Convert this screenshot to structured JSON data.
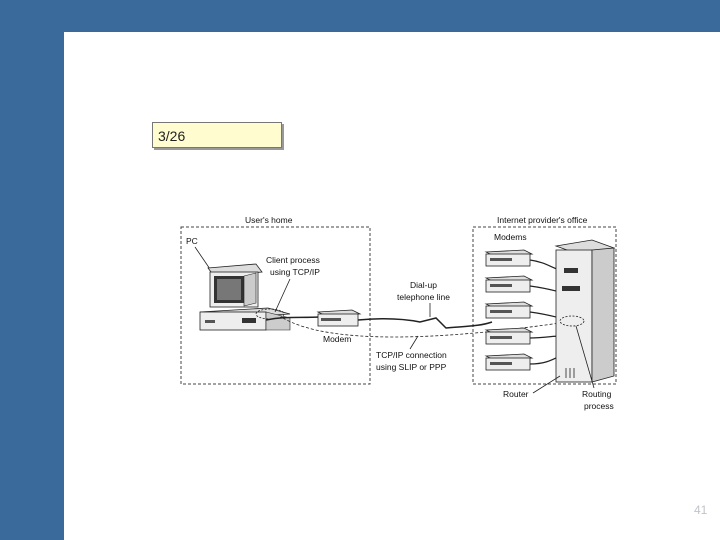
{
  "slide": {
    "date": "3/26",
    "page_number": "41"
  },
  "diagram": {
    "users_home_label": "User's home",
    "isp_office_label": "Internet provider's office",
    "pc_label": "PC",
    "client_process_line1": "Client process",
    "client_process_line2": "using TCP/IP",
    "dialup_line1": "Dial-up",
    "dialup_line2": "telephone line",
    "modem_label": "Modem",
    "tcpip_line1": "TCP/IP connection",
    "tcpip_line2": "using SLIP or PPP",
    "modems_label": "Modems",
    "router_label": "Router",
    "routing_process_line1": "Routing",
    "routing_process_line2": "process"
  }
}
